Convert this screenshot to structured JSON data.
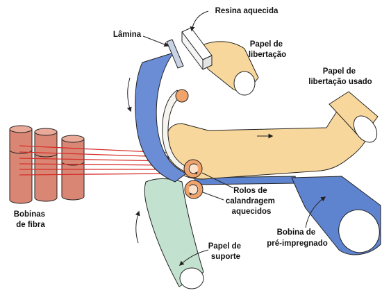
{
  "labels": {
    "heated_resin": "Resina aquecida",
    "blade": "Lâmina",
    "release_paper": [
      "Papel de",
      "libertação"
    ],
    "used_release_paper": [
      "Papel de",
      "libertação usado"
    ],
    "fiber_bobbins": [
      "Bobinas",
      "de fibra"
    ],
    "calendering_rolls": [
      "Rolos de",
      "calandragem",
      "aquecidos"
    ],
    "prepreg_roll": [
      "Bobina de",
      "pré-impregnado"
    ],
    "backing_paper": [
      "Papel de",
      "suporte"
    ]
  },
  "colors": {
    "release_paper": "#f8d79c",
    "release_belt": "#6a8dd6",
    "resin_film": "#f6f4ee",
    "fiber": "#d62f2a",
    "bobbin": "#d98674",
    "bobbin_top": "#eaaa9a",
    "roller": "#f1a36c",
    "backing_paper": "#c2e2cf",
    "prepreg": "#5e83cf",
    "roll_end": "#ffffff",
    "resin_box": "#f4f4f4",
    "blade": "#c9d3e6"
  }
}
